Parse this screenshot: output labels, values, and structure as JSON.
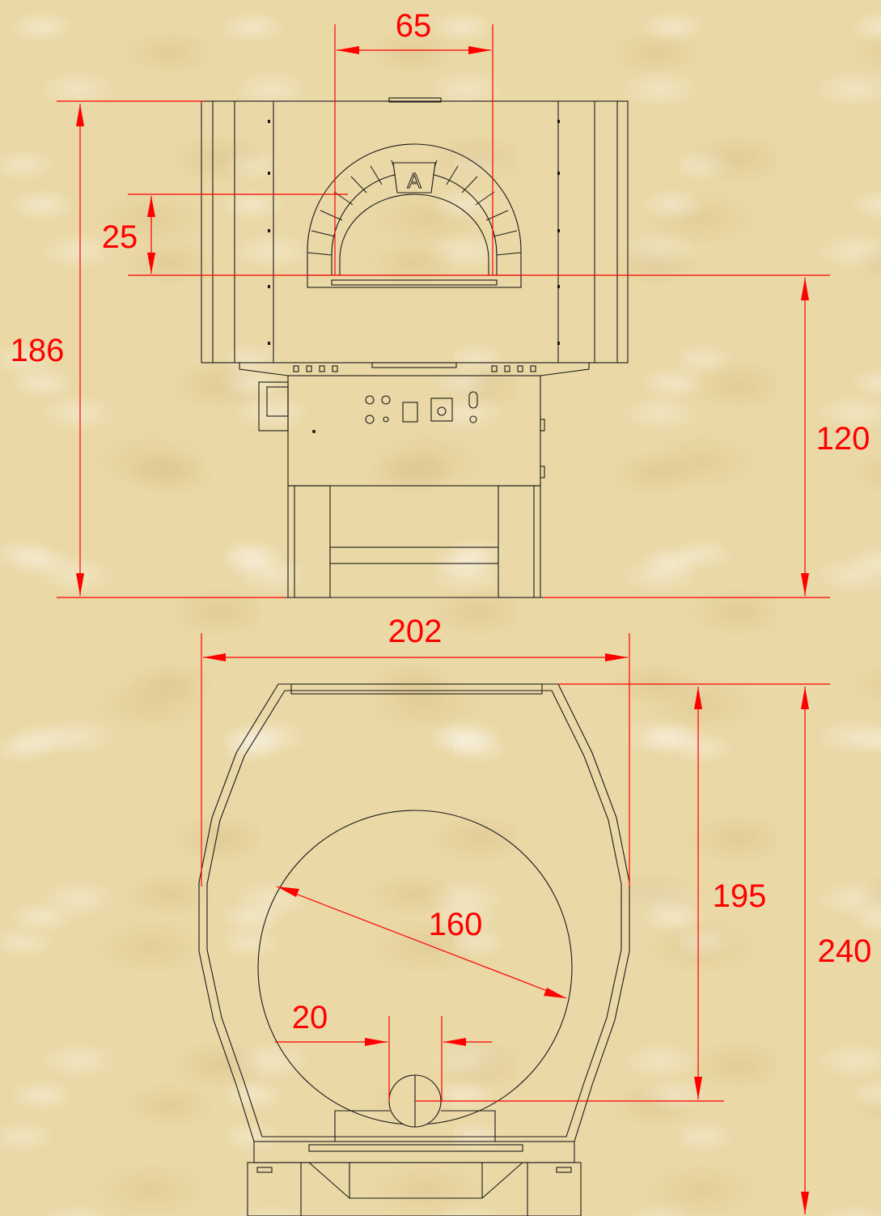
{
  "dimensions": {
    "top_opening_width": "65",
    "dome_height": "25",
    "total_height": "186",
    "floor_height": "120",
    "total_width": "202",
    "depth_inner": "195",
    "depth_total": "240",
    "floor_diameter": "160",
    "flue_diameter": "20"
  },
  "door_emblem": "A",
  "colors": {
    "dimension": "#ff0000",
    "outline": "#1a1a1a",
    "background": "#ead8a6"
  }
}
